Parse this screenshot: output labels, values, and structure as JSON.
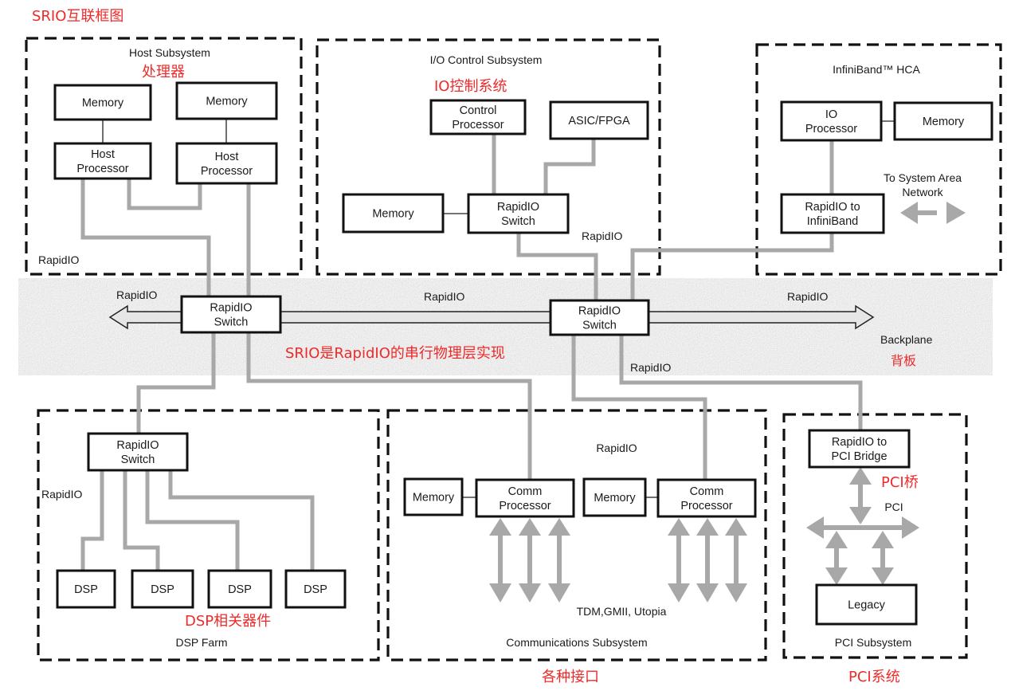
{
  "title": "SRIO互联框图",
  "groups": {
    "host": {
      "label": "Host Subsystem",
      "note": "处理器",
      "rapidio": "RapidIO"
    },
    "io": {
      "label": "I/O Control Subsystem",
      "note": "IO控制系统",
      "rapidio": "RapidIO"
    },
    "ib": {
      "label": "InfiniBand™ HCA",
      "san_line1": "To System Area",
      "san_line2": "Network"
    },
    "dsp": {
      "label": "DSP Farm",
      "note": "DSP相关器件",
      "rapidio": "RapidIO"
    },
    "comm": {
      "label": "Communications Subsystem",
      "note": "各种接口",
      "rapidio": "RapidIO",
      "interfaces": "TDM,GMII, Utopia"
    },
    "pci": {
      "label": "PCI Subsystem",
      "note": "PCI系统",
      "bridge_note": "PCI桥",
      "bus": "PCI"
    }
  },
  "backplane": {
    "label_left": "RapidIO",
    "label_mid": "RapidIO",
    "label_right": "RapidIO",
    "label_below": "RapidIO",
    "name": "Backplane",
    "name_cn": "背板",
    "note": "SRIO是RapidIO的串行物理层实现"
  },
  "nodes": {
    "host_mem1": [
      "Memory"
    ],
    "host_mem2": [
      "Memory"
    ],
    "host_proc1": [
      "Host",
      "Processor"
    ],
    "host_proc2": [
      "Host",
      "Processor"
    ],
    "io_ctrl": [
      "Control",
      "Processor"
    ],
    "io_asic": [
      "ASIC/FPGA"
    ],
    "io_mem": [
      "Memory"
    ],
    "io_switch": [
      "RapidIO",
      "Switch"
    ],
    "ib_io": [
      "IO",
      "Processor"
    ],
    "ib_mem": [
      "Memory"
    ],
    "ib_bridge": [
      "RapidIO to",
      "InfiniBand"
    ],
    "bp_switch1": [
      "RapidIO",
      "Switch"
    ],
    "bp_switch2": [
      "RapidIO",
      "Switch"
    ],
    "dsp_switch": [
      "RapidIO",
      "Switch"
    ],
    "dsp1": [
      "DSP"
    ],
    "dsp2": [
      "DSP"
    ],
    "dsp3": [
      "DSP"
    ],
    "dsp4": [
      "DSP"
    ],
    "comm_mem1": [
      "Memory"
    ],
    "comm_proc1": [
      "Comm",
      "Processor"
    ],
    "comm_mem2": [
      "Memory"
    ],
    "comm_proc2": [
      "Comm",
      "Processor"
    ],
    "pci_bridge": [
      "RapidIO to",
      "PCI Bridge"
    ],
    "pci_legacy": [
      "Legacy"
    ]
  }
}
